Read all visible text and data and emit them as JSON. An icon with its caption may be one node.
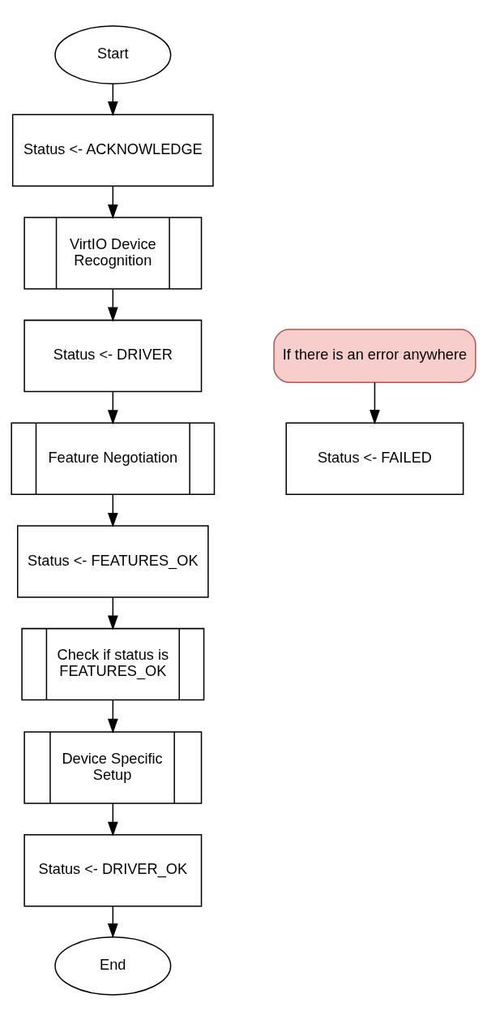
{
  "diagram": {
    "nodes": [
      {
        "text": [
          "Start"
        ]
      },
      {
        "text": [
          "Status <- ACKNOWLEDGE"
        ]
      },
      {
        "text": [
          "VirtIO Device Recognition"
        ]
      },
      {
        "text": [
          "Status <- DRIVER"
        ]
      },
      {
        "text": [
          "Feature Negotiation"
        ]
      },
      {
        "text": [
          "Status <- FEATURES_OK"
        ]
      },
      {
        "text": [
          "Check if status is FEATURES_OK"
        ]
      },
      {
        "text": [
          "Device Specific Setup"
        ]
      },
      {
        "text": [
          "Status <- DRIVER_OK"
        ]
      },
      {
        "text": [
          "End"
        ]
      },
      {
        "text": [
          "If there is an error anywhere"
        ]
      },
      {
        "text": [
          "Status <- FAILED"
        ]
      }
    ],
    "edges": [
      {
        "from": 0,
        "to": 1,
        "arrow": "to"
      },
      {
        "from": 1,
        "to": 2,
        "arrow": "to"
      },
      {
        "from": 2,
        "to": 3,
        "arrow": "to"
      },
      {
        "from": 3,
        "to": 4,
        "arrow": "to"
      },
      {
        "from": 4,
        "to": 5,
        "arrow": "to"
      },
      {
        "from": 5,
        "to": 6,
        "arrow": "to"
      },
      {
        "from": 6,
        "to": 7,
        "arrow": "to"
      },
      {
        "from": 7,
        "to": 8,
        "arrow": "to"
      },
      {
        "from": 8,
        "to": 9,
        "arrow": "to"
      },
      {
        "from": 10,
        "to": 11,
        "arrow": "to"
      }
    ]
  }
}
